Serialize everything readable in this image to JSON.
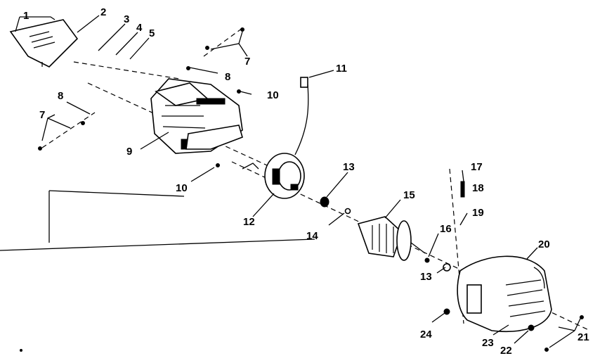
{
  "diagram": {
    "callouts": [
      {
        "id": "c1",
        "text": "1"
      },
      {
        "id": "c2",
        "text": "2"
      },
      {
        "id": "c3",
        "text": "3"
      },
      {
        "id": "c4",
        "text": "4"
      },
      {
        "id": "c5",
        "text": "5"
      },
      {
        "id": "c7a",
        "text": "7"
      },
      {
        "id": "c8a",
        "text": "8"
      },
      {
        "id": "c10a",
        "text": "10"
      },
      {
        "id": "c11",
        "text": "11"
      },
      {
        "id": "c8b",
        "text": "8"
      },
      {
        "id": "c7b",
        "text": "7"
      },
      {
        "id": "c9",
        "text": "9"
      },
      {
        "id": "c10b",
        "text": "10"
      },
      {
        "id": "c12",
        "text": "12"
      },
      {
        "id": "c13a",
        "text": "13"
      },
      {
        "id": "c14",
        "text": "14"
      },
      {
        "id": "c15",
        "text": "15"
      },
      {
        "id": "c16",
        "text": "16"
      },
      {
        "id": "c17",
        "text": "17"
      },
      {
        "id": "c18",
        "text": "18"
      },
      {
        "id": "c19",
        "text": "19"
      },
      {
        "id": "c20",
        "text": "20"
      },
      {
        "id": "c13b",
        "text": "13"
      },
      {
        "id": "c24",
        "text": "24"
      },
      {
        "id": "c23",
        "text": "23"
      },
      {
        "id": "c22",
        "text": "22"
      },
      {
        "id": "c21",
        "text": "21"
      }
    ]
  }
}
